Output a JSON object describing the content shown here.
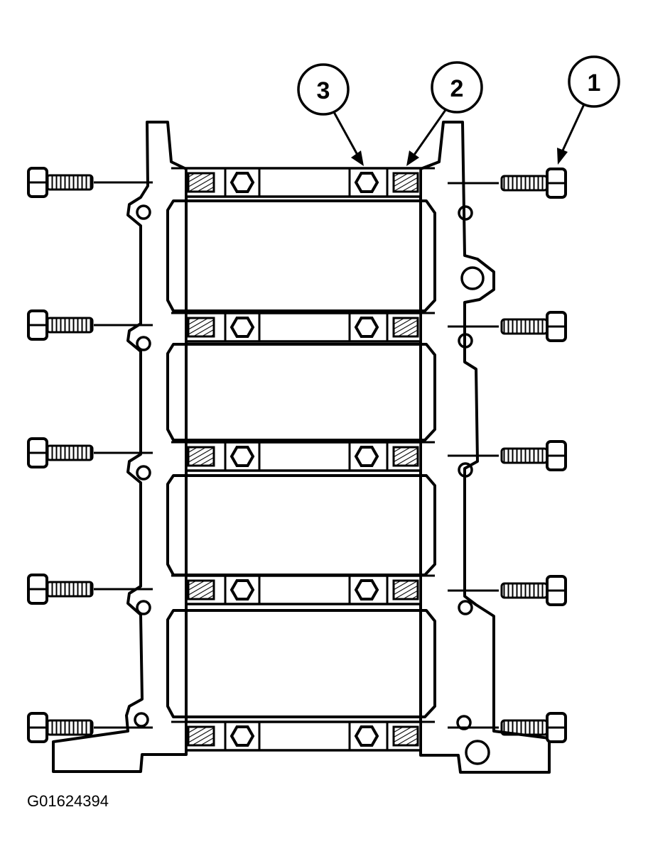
{
  "figure_id": "G01624394",
  "callouts": [
    {
      "number": "3"
    },
    {
      "number": "2"
    },
    {
      "number": "1"
    }
  ],
  "bolt_rows": 5,
  "colors": {
    "line": "#000000",
    "background": "#ffffff"
  }
}
